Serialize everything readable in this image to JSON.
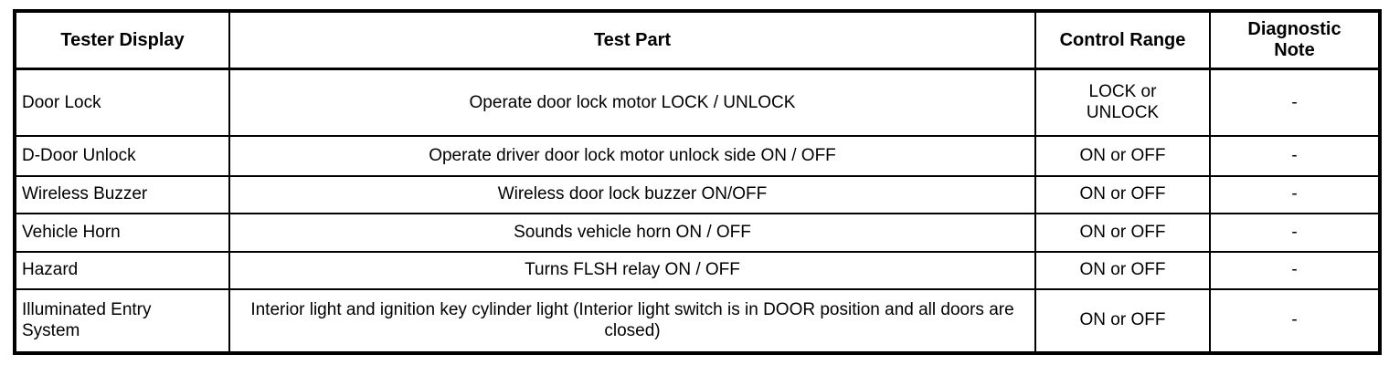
{
  "table": {
    "columns": [
      {
        "label": "Tester Display"
      },
      {
        "label": "Test Part"
      },
      {
        "label": "Control Range"
      },
      {
        "label": "Diagnostic Note"
      }
    ],
    "rows": [
      {
        "tester_display": "Door Lock",
        "test_part": "Operate door lock motor LOCK / UNLOCK",
        "control_range": "LOCK or UNLOCK",
        "diagnostic_note": "-"
      },
      {
        "tester_display": "D-Door Unlock",
        "test_part": "Operate driver door lock motor unlock side ON / OFF",
        "control_range": "ON or OFF",
        "diagnostic_note": "-"
      },
      {
        "tester_display": "Wireless Buzzer",
        "test_part": "Wireless door lock buzzer ON/OFF",
        "control_range": "ON or OFF",
        "diagnostic_note": "-"
      },
      {
        "tester_display": "Vehicle Horn",
        "test_part": "Sounds vehicle horn ON / OFF",
        "control_range": "ON or OFF",
        "diagnostic_note": "-"
      },
      {
        "tester_display": "Hazard",
        "test_part": "Turns FLSH relay ON / OFF",
        "control_range": "ON or OFF",
        "diagnostic_note": "-"
      },
      {
        "tester_display": "Illuminated Entry System",
        "test_part": "Interior light and ignition key cylinder light (Interior light switch is in DOOR position and all doors are closed)",
        "control_range": "ON or OFF",
        "diagnostic_note": "-"
      }
    ]
  },
  "colors": {
    "border": "#000000",
    "background": "#ffffff",
    "text": "#000000"
  }
}
